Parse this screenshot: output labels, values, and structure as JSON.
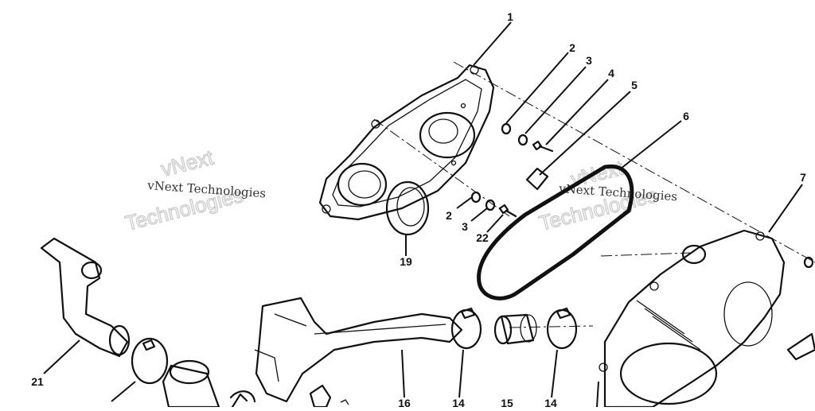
{
  "diagram": {
    "callouts": {
      "c1": "1",
      "c2a": "2",
      "c3a": "3",
      "c4": "4",
      "c5": "5",
      "c6": "6",
      "c7": "7",
      "c2b": "2",
      "c3b": "3",
      "c22": "22",
      "c19": "19",
      "c21": "21",
      "c16": "16",
      "c14a": "14",
      "c15": "15",
      "c14b": "14"
    },
    "watermark": {
      "text": "vNext Technologies",
      "big_line1": "vNext",
      "big_line2": "Technologies"
    }
  }
}
